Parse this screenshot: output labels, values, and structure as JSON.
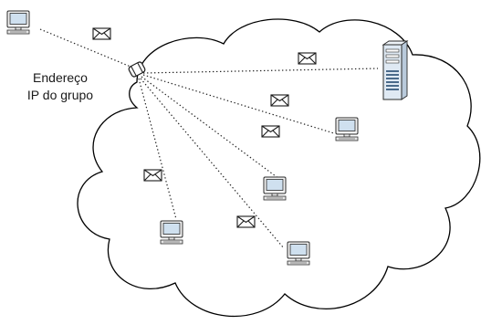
{
  "group_label": {
    "line1": "Endereço",
    "line2": "IP do grupo"
  },
  "nodes": [
    {
      "id": "sender-pc",
      "kind": "computer-icon"
    },
    {
      "id": "router",
      "kind": "router-icon"
    },
    {
      "id": "server",
      "kind": "server-icon"
    },
    {
      "id": "pc-a",
      "kind": "computer-icon"
    },
    {
      "id": "pc-b",
      "kind": "computer-icon"
    },
    {
      "id": "pc-c",
      "kind": "computer-icon"
    },
    {
      "id": "pc-d",
      "kind": "computer-icon"
    }
  ],
  "links": [
    "sender-pc->router",
    "router->server",
    "router->pc-a",
    "router->pc-b",
    "router->pc-c",
    "router->pc-d"
  ],
  "message_icon": "envelope-icon",
  "colors": {
    "cloud_stroke": "#000000",
    "monitor_screen": "#cfe0ef",
    "monitor_body": "#f2f2f2",
    "server_body": "#dfe9f3",
    "line": "#222222"
  }
}
